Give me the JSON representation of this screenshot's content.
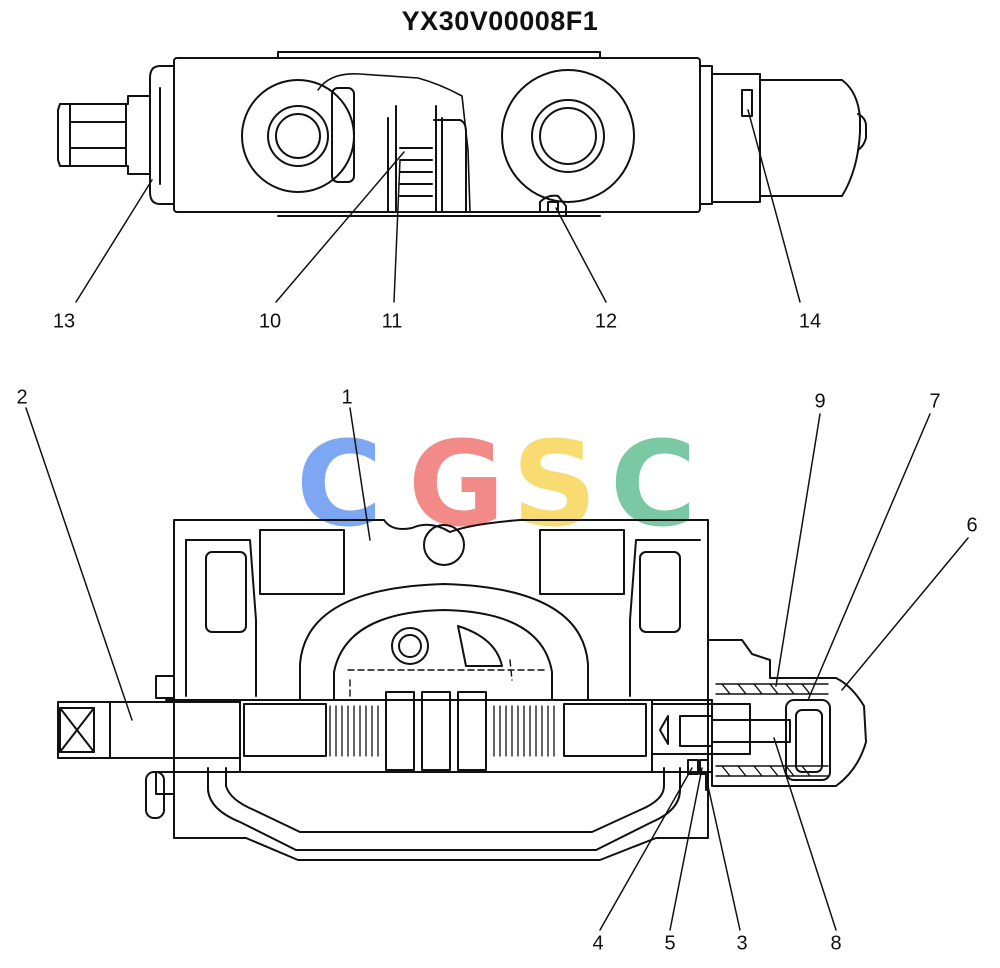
{
  "title": "YX30V00008F1",
  "watermark": {
    "letters": [
      {
        "char": "C",
        "color": "#5b8ff0"
      },
      {
        "char": "G",
        "color": "#ef6b66"
      },
      {
        "char": "S",
        "color": "#f7d14a"
      },
      {
        "char": "C",
        "color": "#57b98c"
      }
    ]
  },
  "top_view": {
    "callouts": [
      {
        "id": "13",
        "label": "13"
      },
      {
        "id": "10",
        "label": "10"
      },
      {
        "id": "11",
        "label": "11"
      },
      {
        "id": "12",
        "label": "12"
      },
      {
        "id": "14",
        "label": "14"
      }
    ]
  },
  "section_view": {
    "callouts": [
      {
        "id": "2",
        "label": "2"
      },
      {
        "id": "1",
        "label": "1"
      },
      {
        "id": "9",
        "label": "9"
      },
      {
        "id": "7",
        "label": "7"
      },
      {
        "id": "6",
        "label": "6"
      },
      {
        "id": "4",
        "label": "4"
      },
      {
        "id": "5",
        "label": "5"
      },
      {
        "id": "3",
        "label": "3"
      },
      {
        "id": "8",
        "label": "8"
      }
    ]
  }
}
